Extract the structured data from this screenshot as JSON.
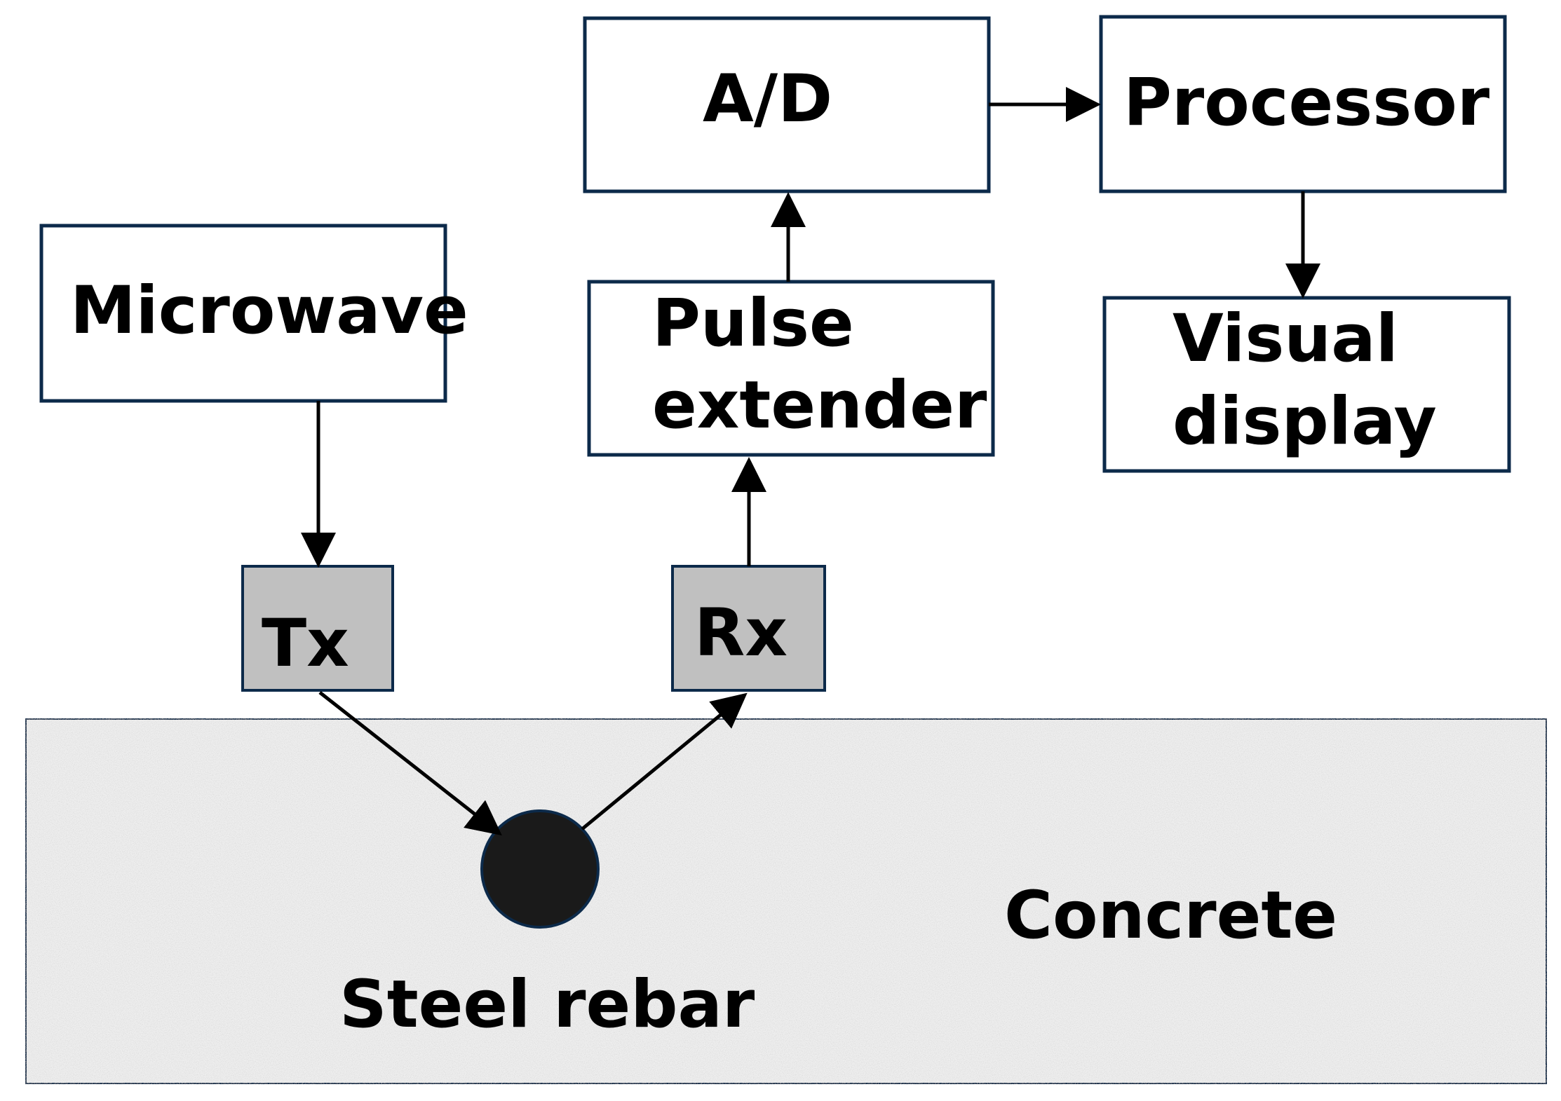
{
  "colors": {
    "box_border": "#0c2a4a",
    "box_fill": "#ffffff",
    "antenna_fill": "#c0c0c0",
    "concrete_fill": "#eeeeee",
    "rebar_fill": "#1a1a1a",
    "arrow": "#000000",
    "text": "#000000"
  },
  "blocks": {
    "microwave": "Microwave",
    "ad": "A/D",
    "processor": "Processor",
    "pulse_extender_line1": "Pulse",
    "pulse_extender_line2": "extender",
    "visual_display_line1": "Visual",
    "visual_display_line2": "display",
    "tx": "Tx",
    "rx": "Rx"
  },
  "labels": {
    "concrete": "Concrete",
    "steel_rebar": "Steel rebar"
  }
}
